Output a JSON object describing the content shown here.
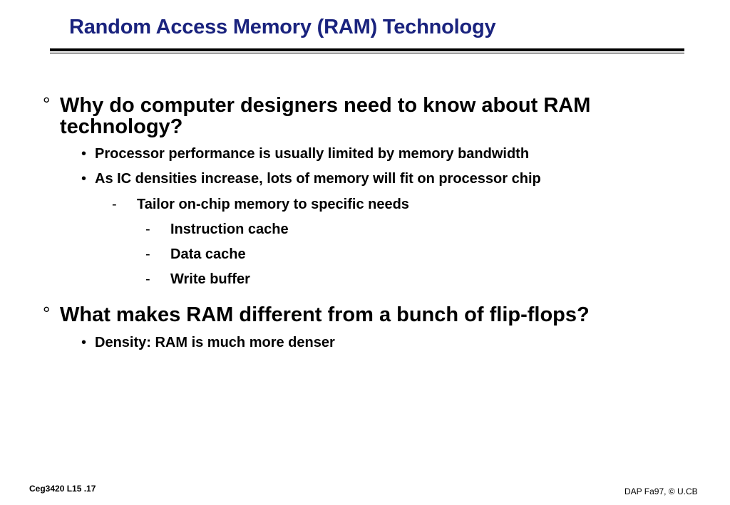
{
  "slide": {
    "title": "Random Access Memory (RAM) Technology",
    "bullets": [
      {
        "marker": "°",
        "text_line1": "Why do computer designers need to know about RAM",
        "text_line2": "technology?",
        "items": [
          {
            "marker": "•",
            "text": "Processor performance is usually limited by memory bandwidth"
          },
          {
            "marker": "•",
            "text": "As IC densities increase, lots of memory will fit on processor chip",
            "items": [
              {
                "marker": "-",
                "text": "Tailor on-chip memory to specific needs",
                "items": [
                  {
                    "marker": "-",
                    "text": "Instruction cache"
                  },
                  {
                    "marker": "-",
                    "text": "Data cache"
                  },
                  {
                    "marker": "-",
                    "text": "Write buffer"
                  }
                ]
              }
            ]
          }
        ]
      },
      {
        "marker": "°",
        "text_line1": "What makes RAM different from a bunch of flip-flops?",
        "items": [
          {
            "marker": "•",
            "text": "Density: RAM is much more denser"
          }
        ]
      }
    ]
  },
  "footer": {
    "left": "Ceg3420 L15 .17",
    "right": "DAP Fa97, © U.CB"
  },
  "colors": {
    "title": "#1a237e",
    "text": "#000000",
    "background": "#ffffff"
  }
}
